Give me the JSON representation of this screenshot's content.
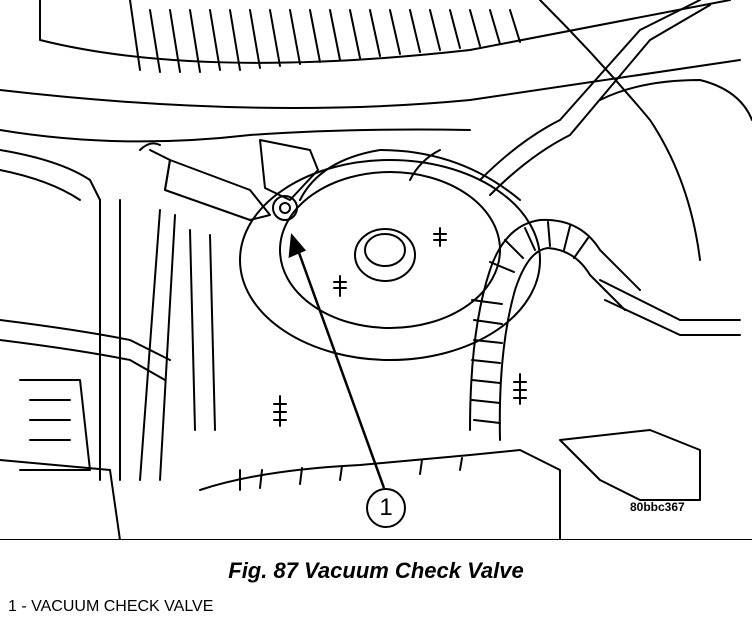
{
  "figure": {
    "callout_number": "1",
    "image_code": "80bbc367",
    "caption": "Fig. 87 Vacuum Check Valve"
  },
  "legend": {
    "items": [
      "1 - VACUUM CHECK VALVE"
    ]
  }
}
